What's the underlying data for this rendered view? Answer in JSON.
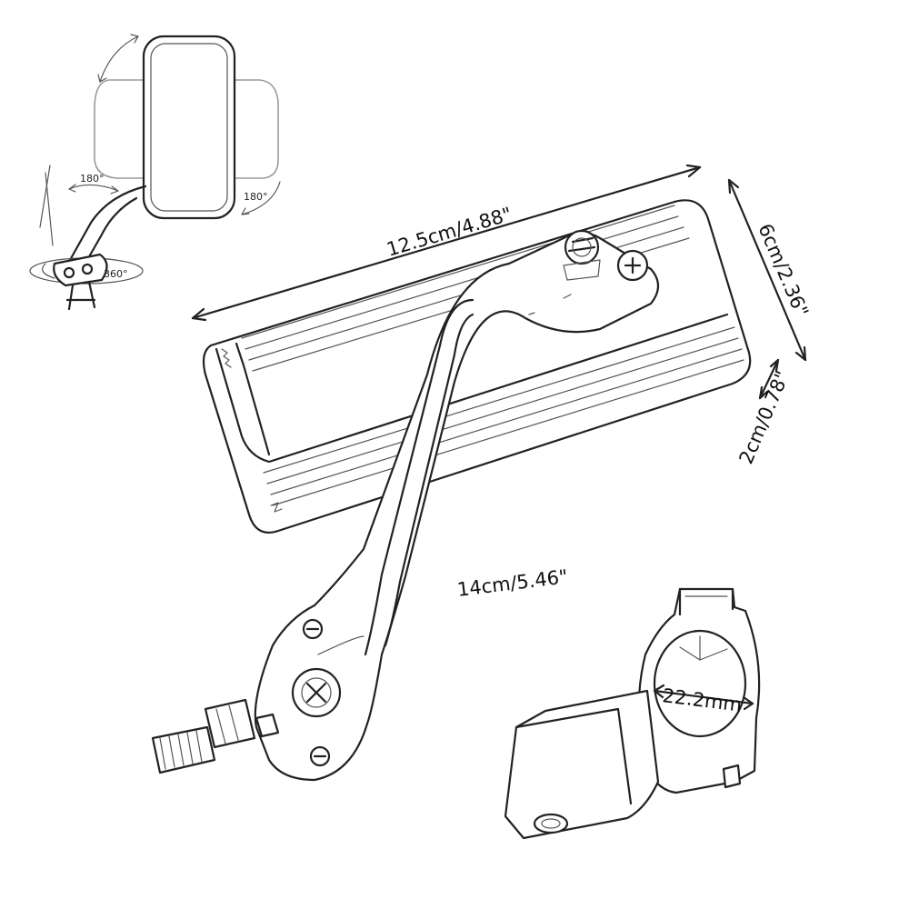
{
  "inset": {
    "rotation_top": "180°",
    "rotation_right": "180°",
    "rotation_base": "360°"
  },
  "dimensions": {
    "length": "12.5cm/4.88\"",
    "height": "6cm/2.36\"",
    "depth": "2cm/0.78\"",
    "arm_length": "14cm/5.46\"",
    "clamp_diameter": "22.2mm"
  }
}
